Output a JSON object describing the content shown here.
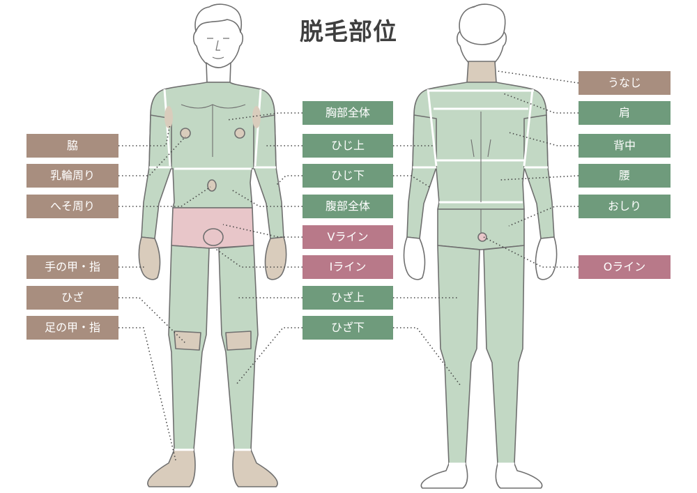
{
  "title": "脱毛部位",
  "labels": {
    "waki": "脇",
    "nyurin": "乳輪周り",
    "heso": "へそ周り",
    "te": "手の甲・指",
    "hiza": "ひざ",
    "ashi": "足の甲・指",
    "kyobu": "胸部全体",
    "hijiue": "ひじ上",
    "hijishita": "ひじ下",
    "fukubu": "腹部全体",
    "vline": "Vライン",
    "iline": "Iライン",
    "hizaue": "ひざ上",
    "hizashita": "ひざ下",
    "unaji": "うなじ",
    "kata": "肩",
    "senaka": "背中",
    "koshi": "腰",
    "oshiri": "おしり",
    "oline": "Oライン"
  },
  "colors": {
    "body_green": "#c2d8c4",
    "outline": "#6f6f6f",
    "label_brown": "#a88e7f",
    "label_green": "#6f9b7c",
    "label_pink": "#b87989",
    "accent_beige": "#d9ccbc",
    "accent_pink": "#e8c6c9"
  }
}
